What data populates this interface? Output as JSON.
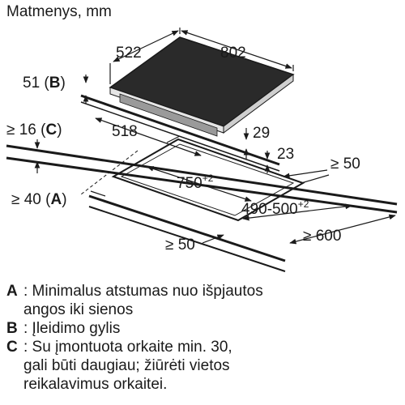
{
  "title": "Matmenys, mm",
  "dimensions": {
    "width_top": "522",
    "depth_top": "802",
    "b_label": "51 (",
    "b_key": "B",
    "c_label": "≥ 16 (",
    "c_key": "C",
    "a_label": "≥ 40 (",
    "a_key": "A",
    "close": ")",
    "d518": "518",
    "d29": "29",
    "d23": "23",
    "d50_right": "≥ 50",
    "d750": "750",
    "d750_sup": "+2",
    "d490": "490-500",
    "d490_sup": "+2",
    "d600": "≥ 600",
    "d50_bottom": "≥ 50"
  },
  "legend": [
    {
      "key": "A",
      "text": ": Minimalus atstumas nuo išpjautos\nangos iki sienos"
    },
    {
      "key": "B",
      "text": ": Įleidimo gylis"
    },
    {
      "key": "C",
      "text": ": Su įmontuota orkaite min. 30,\ngali būti daugiau; žiūrėti vietos\nreikalavimus orkaitei."
    }
  ]
}
